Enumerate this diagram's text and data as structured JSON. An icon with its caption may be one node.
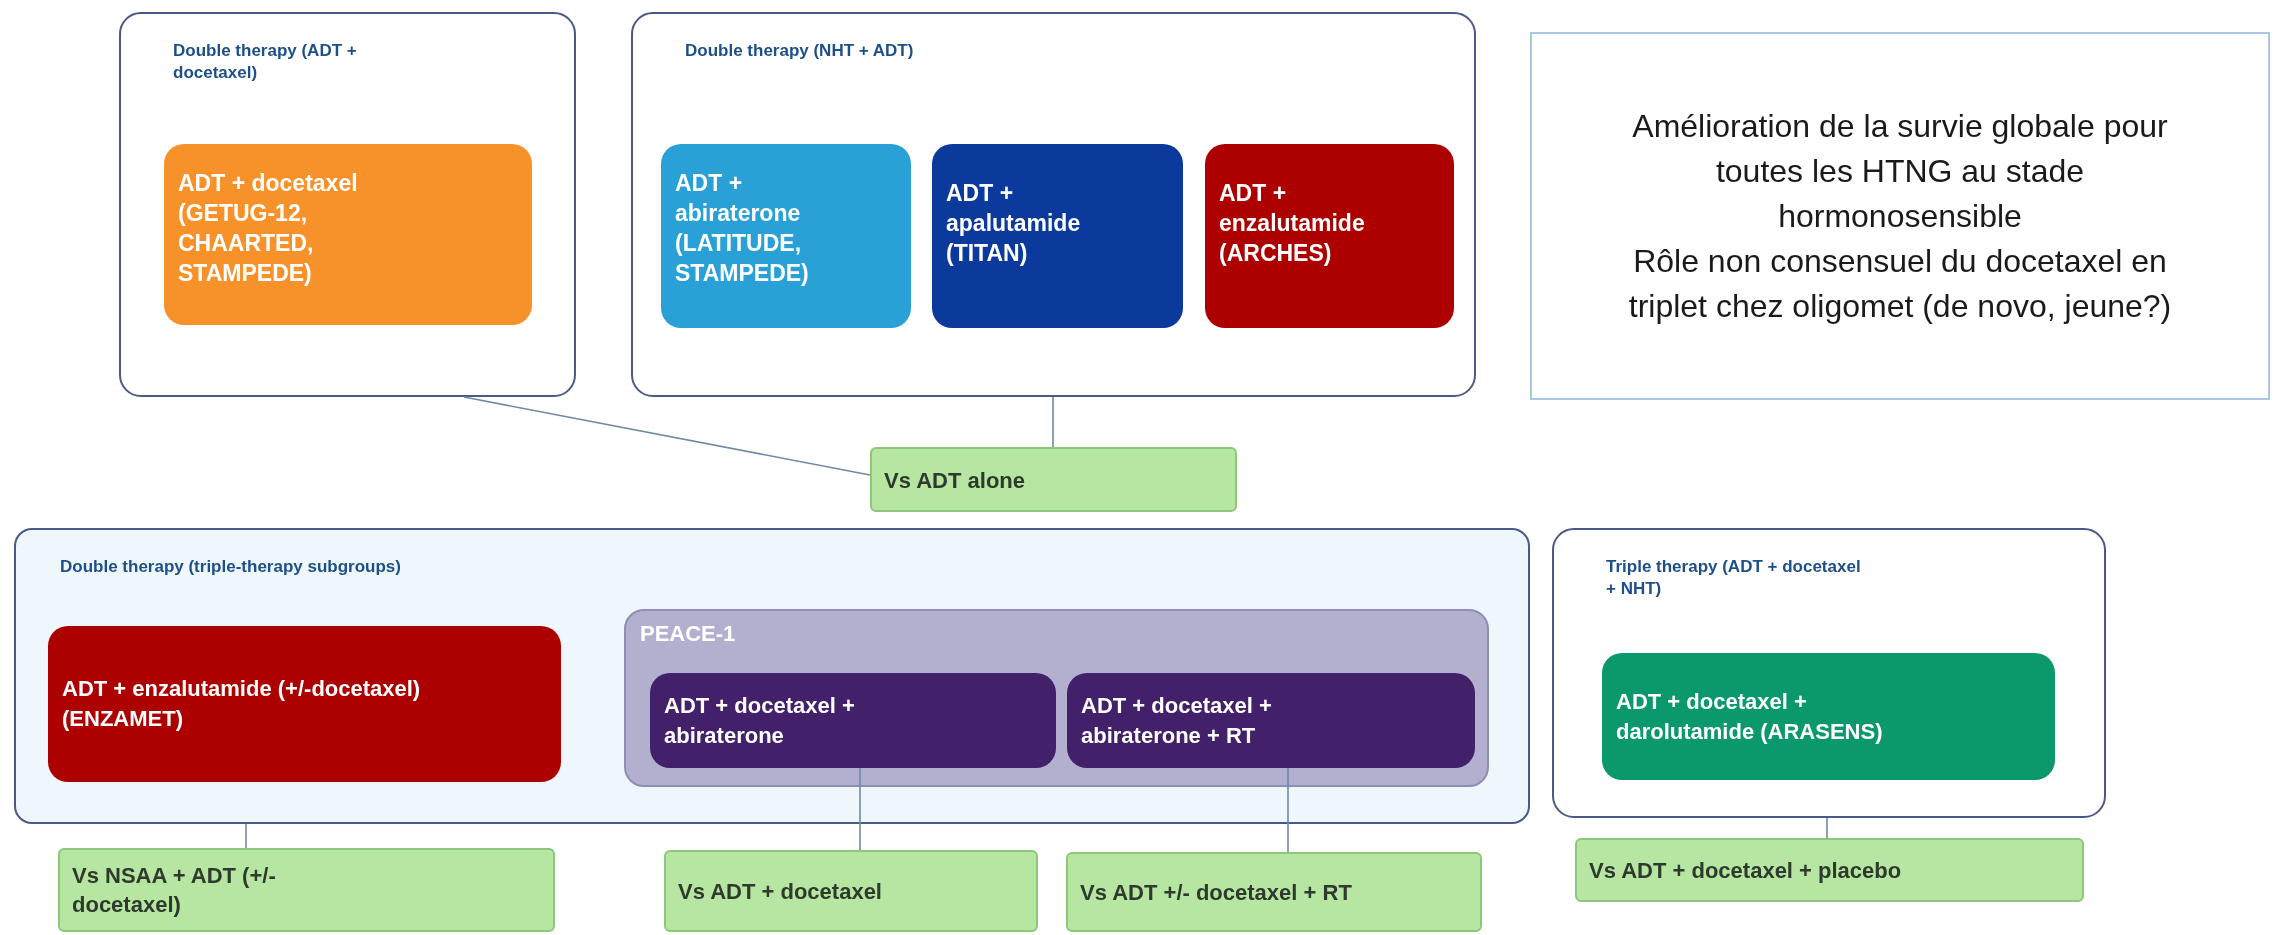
{
  "diagram": {
    "nodes": [
      {
        "text": [
          "Double therapy (ADT + docetaxel)"
        ]
      },
      {
        "text": [
          "ADT + docetaxel (GETUG-12, CHAARTED, STAMPEDE)"
        ],
        "in": 0
      },
      {
        "text": [
          "Double therapy (NHT + ADT)"
        ]
      },
      {
        "text": [
          "ADT + abiraterone (LATITUDE, STAMPEDE)"
        ],
        "in": 2
      },
      {
        "text": [
          "ADT + apalutamide (TITAN)"
        ],
        "in": 2
      },
      {
        "text": [
          "ADT + enzalutamide (ARCHES)"
        ],
        "in": 2
      },
      {
        "text": [
          "Amélioration de la survie globale pour toutes les HTNG au stade hormonosensible",
          "Rôle non consensuel du docetaxel en triplet chez oligomet  (de novo, jeune?)"
        ]
      },
      {
        "text": [
          "Vs ADT alone"
        ]
      },
      {
        "text": [
          "Double therapy (triple-therapy subgroups)"
        ]
      },
      {
        "text": [
          "ADT + enzalutamide (+/-docetaxel) (ENZAMET)"
        ],
        "in": 8
      },
      {
        "text": [
          "PEACE-1"
        ],
        "in": 8
      },
      {
        "text": [
          "ADT + docetaxel + abiraterone"
        ],
        "in": 10
      },
      {
        "text": [
          "ADT + docetaxel + abiraterone + RT"
        ],
        "in": 10
      },
      {
        "text": [
          "Triple therapy (ADT + docetaxel + NHT)"
        ]
      },
      {
        "text": [
          "ADT + docetaxel + darolutamide (ARASENS)"
        ],
        "in": 13
      },
      {
        "text": [
          "Vs NSAA + ADT (+/- docetaxel)"
        ]
      },
      {
        "text": [
          "Vs ADT + docetaxel"
        ]
      },
      {
        "text": [
          "Vs ADT +/- docetaxel + RT"
        ]
      },
      {
        "text": [
          "Vs ADT + docetaxel + placebo"
        ]
      }
    ],
    "edges": [
      {
        "from": 0,
        "to": 7,
        "arrow": "none"
      },
      {
        "from": 2,
        "to": 7,
        "arrow": "none"
      },
      {
        "from": 8,
        "to": 15,
        "arrow": "none"
      },
      {
        "from": 11,
        "to": 16,
        "arrow": "none"
      },
      {
        "from": 12,
        "to": 17,
        "arrow": "none"
      },
      {
        "from": 13,
        "to": 18,
        "arrow": "none"
      }
    ]
  }
}
